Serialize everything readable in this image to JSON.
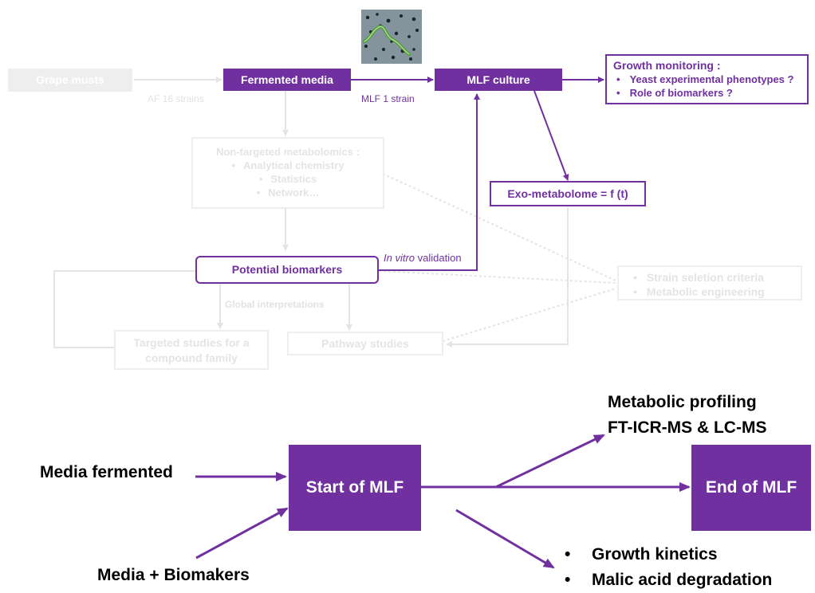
{
  "colors": {
    "purple": "#7030a0",
    "faint_line": "#e4e4e4",
    "faint_fill": "#eeeeee"
  },
  "icons": {
    "bacteria": "bacteria-micrograph"
  },
  "top": {
    "grape_musts": "Grape musts",
    "af_label": "AF 16 strains",
    "fermented_media": "Fermented media",
    "mlf_strain_label": "MLF 1 strain",
    "mlf_culture": "MLF culture",
    "growth_monitoring": {
      "title": "Growth monitoring :",
      "items": [
        "Yeast experimental phenotypes ?",
        "Role of biomarkers ?"
      ]
    },
    "non_targeted": {
      "title": "Non-targeted metabolomics :",
      "items": [
        "Analytical chemistry",
        "Statistics",
        "Network…"
      ]
    },
    "exo_metabolome": "Exo-metabolome = f (t)",
    "in_vitro_italic": "In vitro",
    "validation": " validation",
    "potential_biomarkers": "Potential biomarkers",
    "global_interpretations": "Global interpretations",
    "strain_selection": {
      "items": [
        "Strain seletion criteria",
        "Metabolic engineering"
      ]
    },
    "targeted_studies": [
      "Targeted studies for a",
      "compound family"
    ],
    "pathway_studies": "Pathway studies"
  },
  "bottom": {
    "media_fermented": "Media fermented",
    "media_biomarkers": "Media +  Biomakers",
    "start_mlf": "Start of MLF",
    "end_mlf": "End of MLF",
    "metabolic_profiling": [
      "Metabolic profiling",
      "FT-ICR-MS & LC-MS"
    ],
    "outcomes": [
      "Growth kinetics",
      "Malic acid degradation"
    ]
  }
}
